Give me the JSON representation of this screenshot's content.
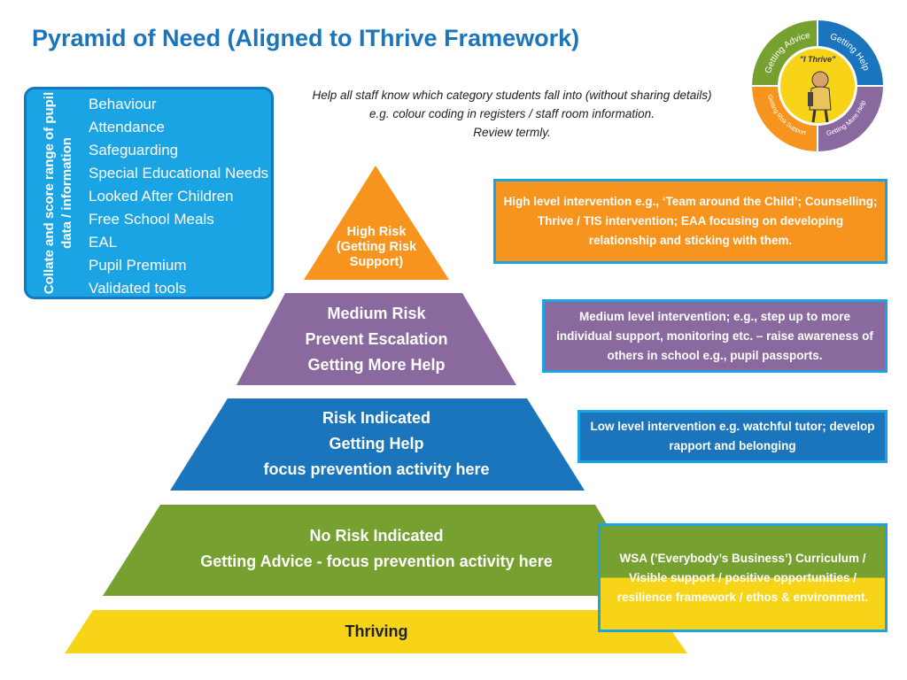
{
  "title": "Pyramid of Need (Aligned to IThrive Framework)",
  "data_panel": {
    "vertical_label": "Collate and score range of pupil data / information",
    "items": [
      "Behaviour",
      "Attendance",
      "Safeguarding",
      "Special Educational Needs",
      "Looked After Children",
      "Free School Meals",
      "EAL",
      "Pupil Premium",
      "Validated tools"
    ]
  },
  "help_note": {
    "line1": "Help all staff know which category students fall into (without sharing details)",
    "line2": "e.g. colour coding in registers  / staff room  information.",
    "line3": "Review termly."
  },
  "pyramid": {
    "high_risk": {
      "line1": "High Risk",
      "line2": "(Getting Risk",
      "line3": "Support)",
      "color": "#f7941d"
    },
    "medium_risk": {
      "line1": "Medium Risk",
      "line2": "Prevent Escalation",
      "line3": "Getting More Help",
      "color": "#8a6a9e"
    },
    "risk_indicated": {
      "line1": "Risk Indicated",
      "line2": "Getting Help",
      "line3": "focus prevention activity here",
      "color": "#1b75bc"
    },
    "no_risk": {
      "line1": "No Risk Indicated",
      "line2": "Getting Advice - focus prevention activity here",
      "color": "#76a130"
    },
    "thriving": {
      "line1": "Thriving",
      "color": "#f7d417"
    }
  },
  "interventions": {
    "high": {
      "text": "High level intervention e.g., ‘Team around the Child’; Counselling; Thrive / TIS intervention; EAA focusing on developing relationship and sticking with them."
    },
    "medium": {
      "text": "Medium level intervention; e.g., step up to more individual support, monitoring etc. – raise awareness of others in school e.g., pupil passports."
    },
    "low": {
      "text": "Low level intervention e.g. watchful tutor; develop rapport and belonging"
    },
    "wsa": {
      "text": "WSA (’Everybody’s Business’) Curriculum / Visible support / positive opportunities / resilience framework / ethos & environment."
    }
  },
  "logo": {
    "center": "\"I Thrive\"",
    "getting_advice": "Getting Advice",
    "getting_help": "Getting Help",
    "getting_more_help": "Getting More Help",
    "getting_risk_support": "Getting Risk Support",
    "colors": {
      "advice": "#76a130",
      "help": "#1b75bc",
      "more_help": "#8a6a9e",
      "risk": "#f7941d",
      "center": "#f7d417"
    }
  }
}
